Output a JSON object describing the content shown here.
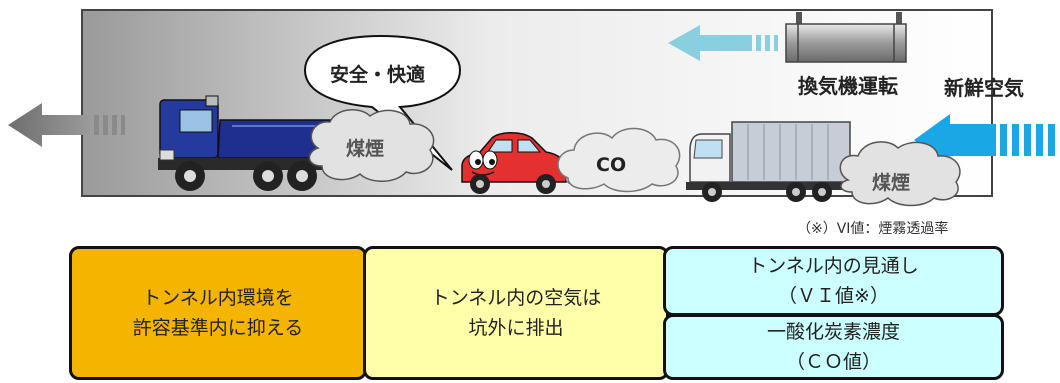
{
  "scene": {
    "speech_bubble": "安全・快適",
    "smoke_left": "煤煙",
    "smoke_right": "煤煙",
    "co_cloud": "CO",
    "fan_label": "換気機運転",
    "fresh_air_label": "新鮮空気"
  },
  "footnote": "（※）VI値：煙霧透過率",
  "flow": {
    "result": {
      "line1": "トンネル内環境を",
      "line2": "許容基準内に抑える"
    },
    "exhaust": {
      "line1": "トンネル内の空気は",
      "line2": "坑外に排出"
    },
    "visibility": {
      "line1": "トンネル内の見通し",
      "line2": "（ＶＩ値※）"
    },
    "co": {
      "line1": "一酸化炭素濃度",
      "line2": "（ＣＯ値）"
    }
  },
  "colors": {
    "result_fill": "#F5B400",
    "exhaust_fill": "#FFFFAA",
    "measure_fill": "#CCFFFF",
    "arrow_fill": "#1F2A5C",
    "fresh_air_arrow": "#1AA7E6",
    "fan_arrow": "#8ACFDF",
    "exhaust_arrow": "#7A7A7A"
  }
}
